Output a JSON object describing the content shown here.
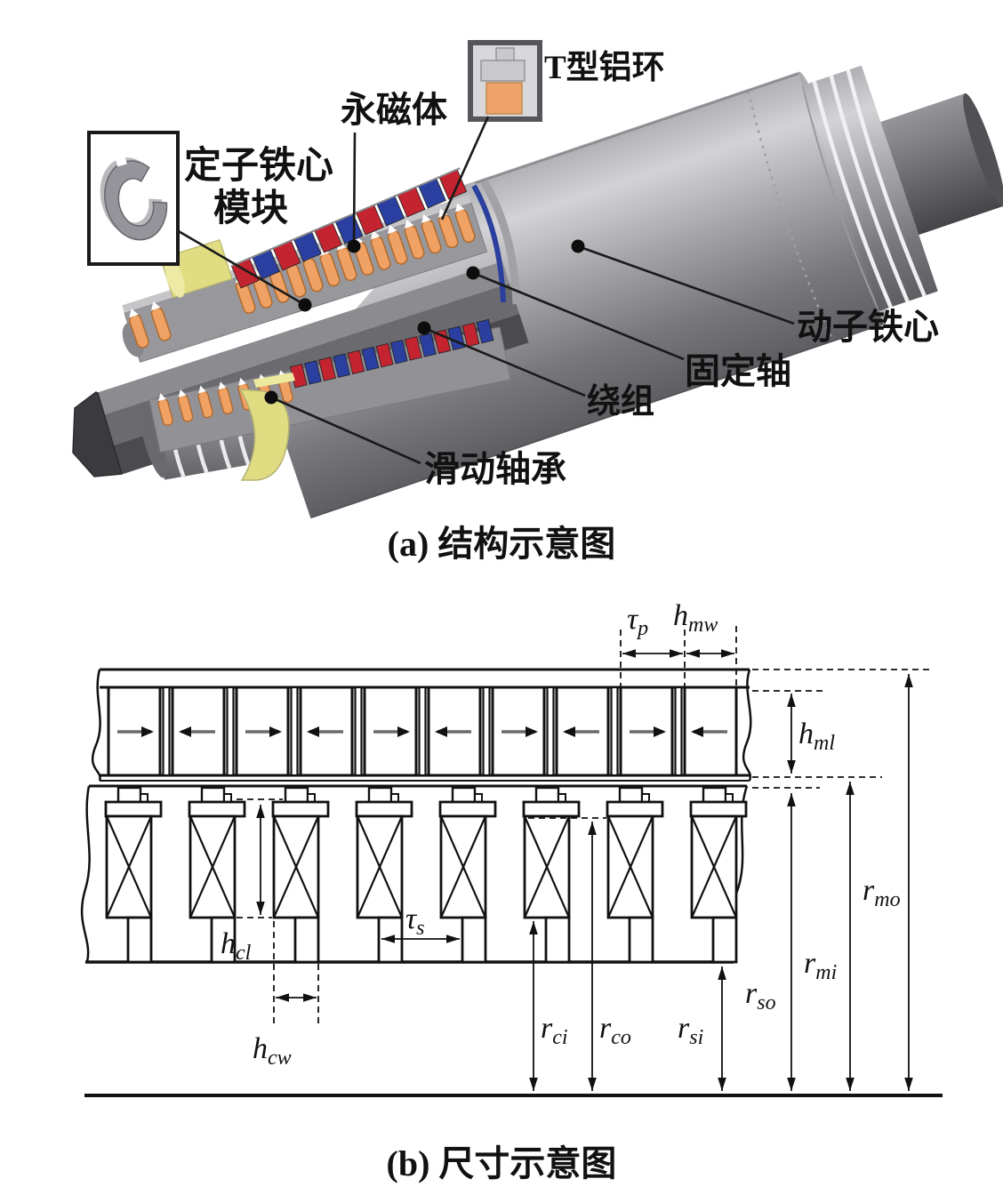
{
  "panel_a": {
    "caption": "(a) 结构示意图",
    "labels": {
      "t_ring": "T型铝环",
      "permanent_magnet": "永磁体",
      "stator_module_line1": "定子铁心",
      "stator_module_line2": "模块",
      "mover_core": "动子铁心",
      "fixed_shaft": "固定轴",
      "winding": "绕组",
      "sliding_bearing": "滑动轴承"
    },
    "colors": {
      "magnet_red": "#c32430",
      "magnet_blue": "#2a3f9f",
      "coil_orange": "#f0a164",
      "bearing_yellow": "#dfdc82",
      "ring_orange": "#f0a368",
      "steel_gray": "#9a9a9e",
      "shaft_gray": "#5a5a5e",
      "cut_ring_blue": "#2b3f9e"
    }
  },
  "panel_b": {
    "caption": "(b) 尺寸示意图",
    "counts": {
      "mover_magnets": 10,
      "stator_coil_modules": 8
    },
    "magnet_arrows": [
      "right",
      "left",
      "right",
      "left",
      "right",
      "left",
      "right",
      "left",
      "right",
      "left"
    ],
    "dims": [
      {
        "id": "tau_p",
        "main": "τ",
        "sub": "p"
      },
      {
        "id": "h_mw",
        "main": "h",
        "sub": "mw"
      },
      {
        "id": "h_ml",
        "main": "h",
        "sub": "ml"
      },
      {
        "id": "h_cl",
        "main": "h",
        "sub": "cl"
      },
      {
        "id": "h_cw",
        "main": "h",
        "sub": "cw"
      },
      {
        "id": "tau_s",
        "main": "τ",
        "sub": "s"
      },
      {
        "id": "r_ci",
        "main": "r",
        "sub": "ci"
      },
      {
        "id": "r_co",
        "main": "r",
        "sub": "co"
      },
      {
        "id": "r_si",
        "main": "r",
        "sub": "si"
      },
      {
        "id": "r_so",
        "main": "r",
        "sub": "so"
      },
      {
        "id": "r_mi",
        "main": "r",
        "sub": "mi"
      },
      {
        "id": "r_mo",
        "main": "r",
        "sub": "mo"
      }
    ]
  }
}
